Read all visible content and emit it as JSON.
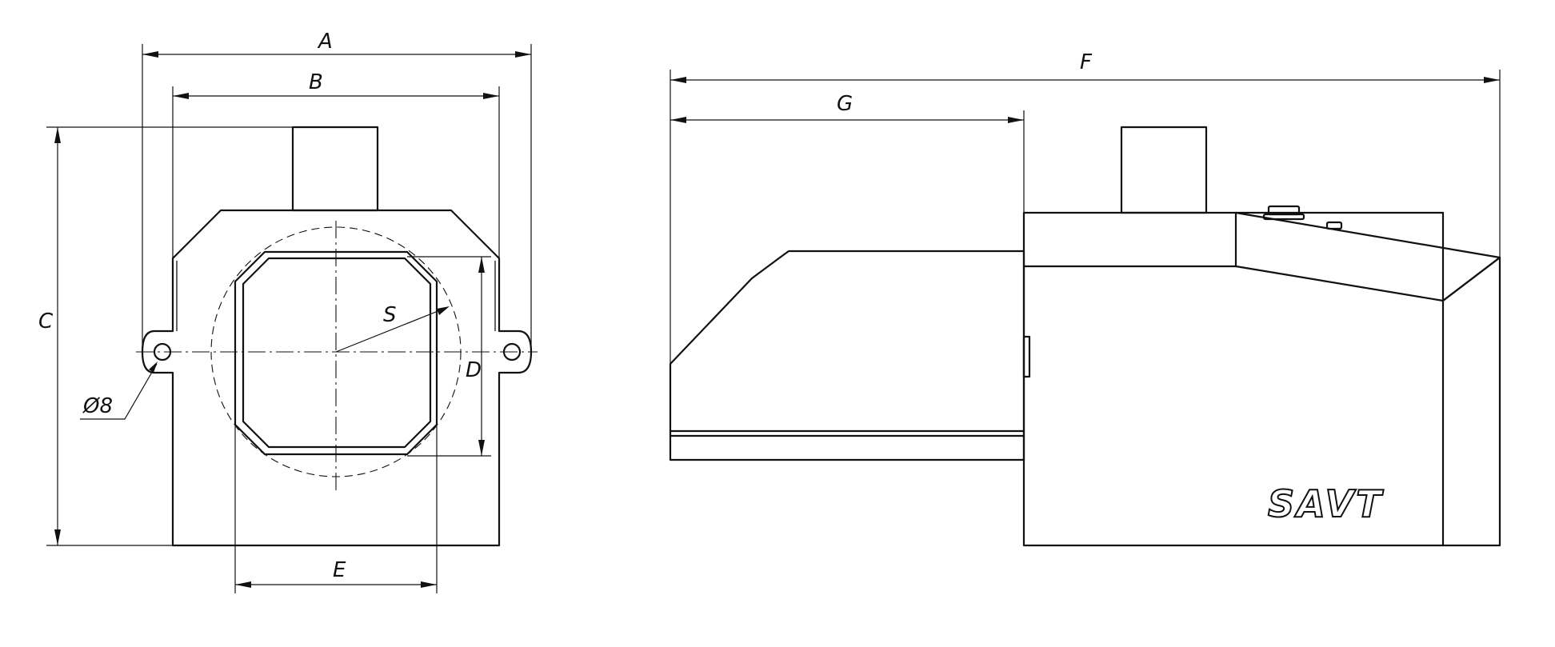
{
  "labels": {
    "A": "A",
    "B": "B",
    "C": "C",
    "D": "D",
    "E": "E",
    "F": "F",
    "G": "G",
    "S": "S",
    "hole": "Ø8"
  },
  "brand": "SAVT"
}
